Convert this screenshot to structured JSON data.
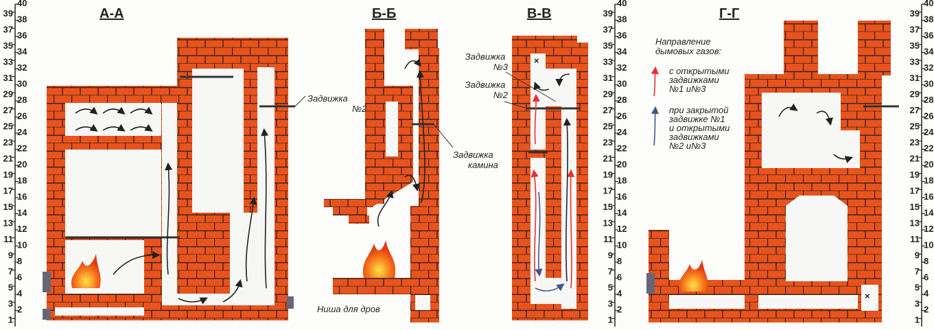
{
  "sections": [
    {
      "title": "А-А"
    },
    {
      "title": "Б-Б"
    },
    {
      "title": "В-В"
    },
    {
      "title": "Г-Г"
    }
  ],
  "labels": {
    "damper2_aa": [
      "Задвижка",
      "№2"
    ],
    "damper_fireplace": [
      "Задвижка",
      "камина"
    ],
    "damper3": [
      "Задвижка",
      "№3"
    ],
    "damper2_vv": [
      "Задвижка",
      "№2"
    ],
    "wood_niche": "Ниша для дров"
  },
  "legend": {
    "title": [
      "Направление",
      "дымовых газов:"
    ],
    "red_text": [
      "с открытыми",
      "задвижками",
      "№1 и№3"
    ],
    "blue_text": [
      "при закрытой",
      "задвижке №1",
      "и открытыми",
      "задвижками",
      "№2 и№3"
    ],
    "red_color": "#e83030",
    "blue_color": "#3b5a8a"
  },
  "scale": {
    "odd": [
      "1",
      "3",
      "5",
      "7",
      "9",
      "11",
      "13",
      "15",
      "17",
      "19",
      "21",
      "23",
      "25",
      "27",
      "29",
      "31",
      "33",
      "35",
      "37",
      "39"
    ],
    "even": [
      "2",
      "4",
      "6",
      "8",
      "10",
      "12",
      "14",
      "16",
      "18",
      "20",
      "22",
      "24",
      "26",
      "28",
      "30",
      "32",
      "34",
      "36",
      "38",
      "40"
    ]
  },
  "colors": {
    "brick": "#e8531d",
    "mortar": "#3a2418"
  }
}
